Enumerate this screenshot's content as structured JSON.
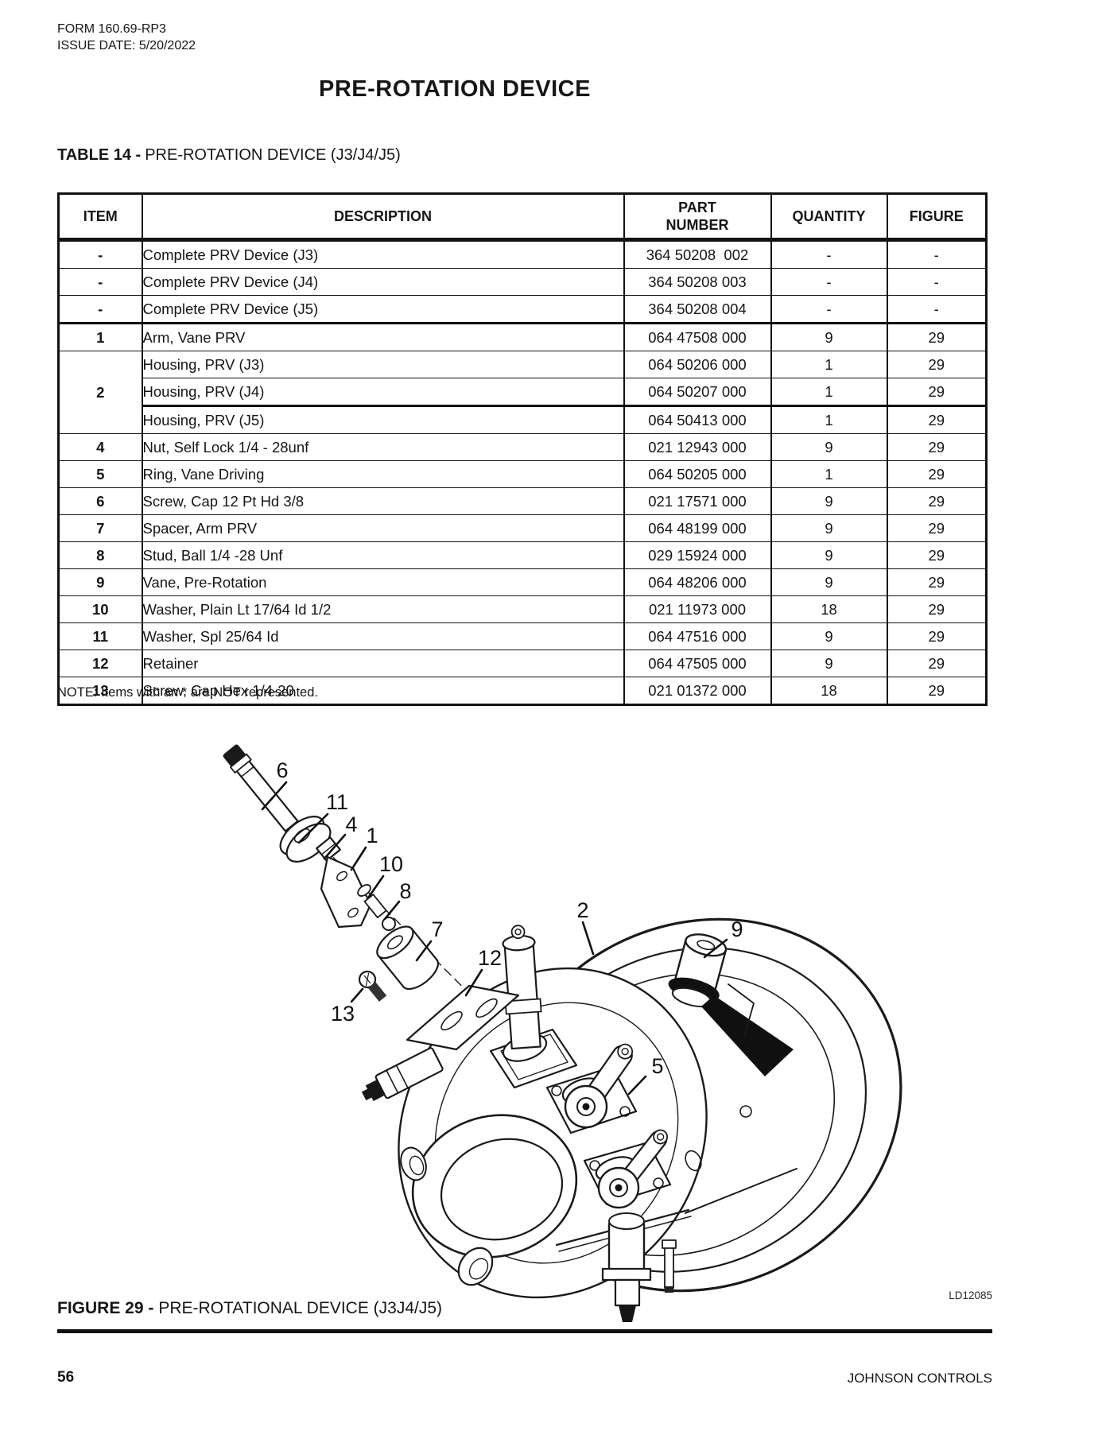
{
  "header": {
    "form_line1": "FORM 160.69-RP3",
    "form_line2": "ISSUE DATE: 5/20/2022",
    "title": "PRE-ROTATION DEVICE"
  },
  "table": {
    "title_bold": "TABLE 14 -",
    "title_rest": "PRE-ROTATION DEVICE (J3/J4/J5)",
    "headers": {
      "item": "ITEM",
      "description": "DESCRIPTION",
      "part": "PART\nNUMBER",
      "quantity": "QUANTITY",
      "figure": "FIGURE"
    },
    "rows": [
      {
        "item": "-",
        "desc": "Complete PRV Device (J3)",
        "part": "364 50208  002",
        "qty": "-",
        "fig": "-"
      },
      {
        "item": "-",
        "desc": "Complete PRV Device (J4)",
        "part": "364 50208 003",
        "qty": "-",
        "fig": "-"
      },
      {
        "item": "-",
        "desc": "Complete PRV Device (J5)",
        "part": "364 50208 004",
        "qty": "-",
        "fig": "-"
      },
      {
        "item": "1",
        "desc": "Arm, Vane PRV",
        "part": "064 47508 000",
        "qty": "9",
        "fig": "29"
      },
      {
        "item": "2",
        "desc": "Housing, PRV (J3)",
        "part": "064 50206 000",
        "qty": "1",
        "fig": "29"
      },
      {
        "desc": "Housing, PRV (J4)",
        "part": "064 50207 000",
        "qty": "1",
        "fig": "29"
      },
      {
        "desc": "Housing, PRV (J5)",
        "part": "064 50413 000",
        "qty": "1",
        "fig": "29"
      },
      {
        "item": "4",
        "desc": "Nut, Self Lock 1/4 - 28unf",
        "part": "021 12943 000",
        "qty": "9",
        "fig": "29"
      },
      {
        "item": "5",
        "desc": "Ring, Vane Driving",
        "part": "064 50205 000",
        "qty": "1",
        "fig": "29"
      },
      {
        "item": "6",
        "desc": "Screw, Cap 12 Pt Hd 3/8",
        "part": "021 17571 000",
        "qty": "9",
        "fig": "29"
      },
      {
        "item": "7",
        "desc": "Spacer, Arm PRV",
        "part": "064 48199 000",
        "qty": "9",
        "fig": "29"
      },
      {
        "item": "8",
        "desc": "Stud, Ball 1/4 -28 Unf",
        "part": "029 15924 000",
        "qty": "9",
        "fig": "29"
      },
      {
        "item": "9",
        "desc": "Vane, Pre-Rotation",
        "part": "064 48206 000",
        "qty": "9",
        "fig": "29"
      },
      {
        "item": "10",
        "desc": "Washer, Plain Lt 17/64 Id 1/2",
        "part": "021 11973 000",
        "qty": "18",
        "fig": "29"
      },
      {
        "item": "11",
        "desc": "Washer, Spl 25/64 Id",
        "part": "064 47516 000",
        "qty": "9",
        "fig": "29"
      },
      {
        "item": "12",
        "desc": "Retainer",
        "part": "064 47505 000",
        "qty": "9",
        "fig": "29"
      },
      {
        "item": "13",
        "desc": "Screw, Cap Hex 1/4-20",
        "part": "021 01372 000",
        "qty": "18",
        "fig": "29"
      }
    ]
  },
  "note": "NOTE: Items with an * are NOT represented.",
  "figure": {
    "caption_bold": "FIGURE 29 -",
    "caption_rest": "PRE-ROTATIONAL DEVICE (J3J4/J5)",
    "drawing_id": "LD12085",
    "callouts": [
      "6",
      "11",
      "4",
      "1",
      "10",
      "8",
      "7",
      "12",
      "13",
      "2",
      "9",
      "5"
    ]
  },
  "footer": {
    "page_number": "56",
    "company": "JOHNSON CONTROLS"
  }
}
